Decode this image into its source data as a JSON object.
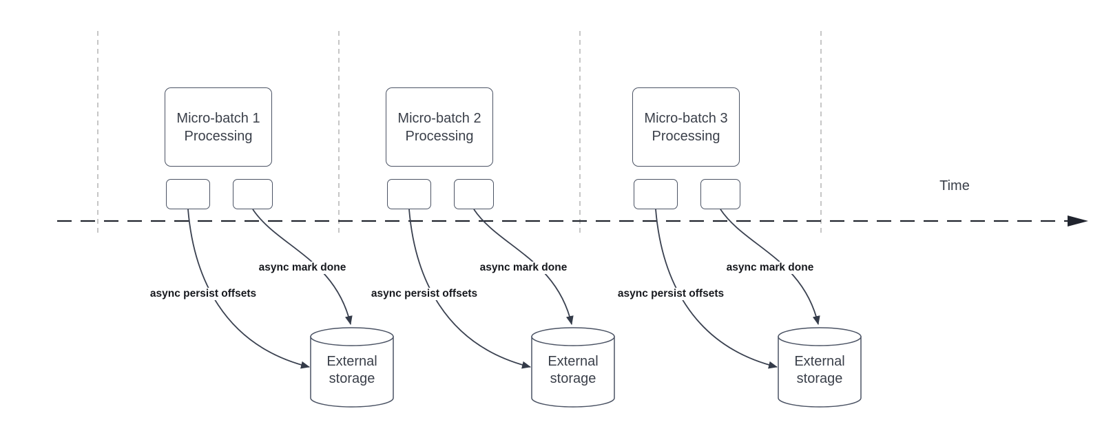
{
  "colors": {
    "background": "#ffffff",
    "shape_stroke": "#4a5263",
    "curve_stroke": "#3a4150",
    "timeline_color": "#20242e",
    "guide_color": "#b4b4b4",
    "text_color": "#3a3f49",
    "label_text_color": "#16181d"
  },
  "time_axis": {
    "label": "Time"
  },
  "groups": [
    {
      "id": "micro-batch-1",
      "title_line1": "Micro-batch 1",
      "title_line2": "Processing",
      "persist_label": "async persist offsets",
      "mark_done_label": "async mark done",
      "storage_line1": "External",
      "storage_line2": "storage"
    },
    {
      "id": "micro-batch-2",
      "title_line1": "Micro-batch 2",
      "title_line2": "Processing",
      "persist_label": "async persist offsets",
      "mark_done_label": "async mark done",
      "storage_line1": "External",
      "storage_line2": "storage"
    },
    {
      "id": "micro-batch-3",
      "title_line1": "Micro-batch 3",
      "title_line2": "Processing",
      "persist_label": "async persist offsets",
      "mark_done_label": "async mark done",
      "storage_line1": "External",
      "storage_line2": "storage"
    }
  ]
}
